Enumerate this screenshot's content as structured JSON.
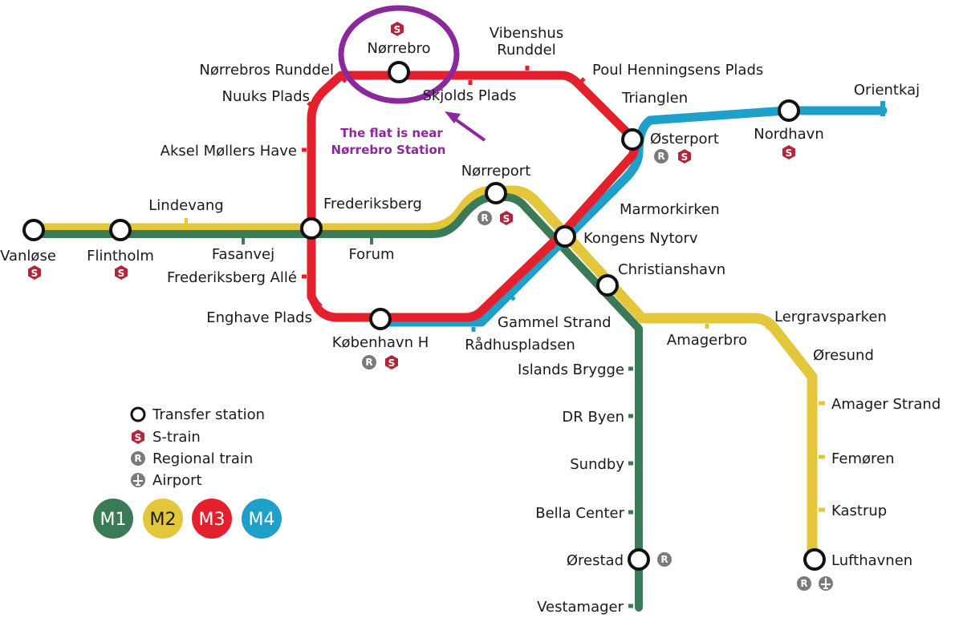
{
  "lines": {
    "m1_color": "#3b7a57",
    "m2_color": "#e3c63a",
    "m3_color": "#e4202f",
    "m4_color": "#1ea0c8"
  },
  "stations": {
    "vanlose": "Vanløse",
    "flintholm": "Flintholm",
    "lindevang": "Lindevang",
    "fasanvej": "Fasanvej",
    "frederiksberg": "Frederiksberg",
    "forum": "Forum",
    "norreport": "Nørreport",
    "kongens_nytorv": "Kongens Nytorv",
    "christianshavn": "Christianshavn",
    "amagerbro": "Amagerbro",
    "lergravsparken": "Lergravsparken",
    "oresund": "Øresund",
    "amager_strand": "Amager Strand",
    "femoren": "Femøren",
    "kastrup": "Kastrup",
    "lufthavnen": "Lufthavnen",
    "islands_brygge": "Islands Brygge",
    "dr_byen": "DR Byen",
    "sundby": "Sundby",
    "bella_center": "Bella Center",
    "orestad": "Ørestad",
    "vestamager": "Vestamager",
    "norrebro": "Nørrebro",
    "norrebros_runddel": "Nørrebros Runddel",
    "nuuks_plads": "Nuuks Plads",
    "aksel_mollers_have": "Aksel Møllers Have",
    "frederiksberg_alle": "Frederiksberg Allé",
    "enghave_plads": "Enghave Plads",
    "kobenhavn_h": "København H",
    "radhuspladsen": "Rådhuspladsen",
    "gammel_strand": "Gammel Strand",
    "marmorkirken": "Marmorkirken",
    "osterport": "Østerport",
    "trianglen": "Trianglen",
    "poul_henningsens_plads": "Poul Henningsens Plads",
    "vibenshus_runddel_1": "Vibenshus",
    "vibenshus_runddel_2": "Runddel",
    "skjolds_plads": "Skjolds Plads",
    "nordhavn": "Nordhavn",
    "orientkaj": "Orientkaj"
  },
  "annotation": {
    "line1": "The flat is near",
    "line2": "Nørrebro Station",
    "highlight_color": "#8a2a9a"
  },
  "icons": {
    "s_train_letter": "S",
    "regional_letter": "R",
    "s_train_color": "#b3263a",
    "regional_color": "#7a7a7a"
  },
  "legend": {
    "transfer": "Transfer station",
    "s_train": "S-train",
    "regional": "Regional train",
    "airport": "Airport",
    "badges": [
      "M1",
      "M2",
      "M3",
      "M4"
    ]
  }
}
